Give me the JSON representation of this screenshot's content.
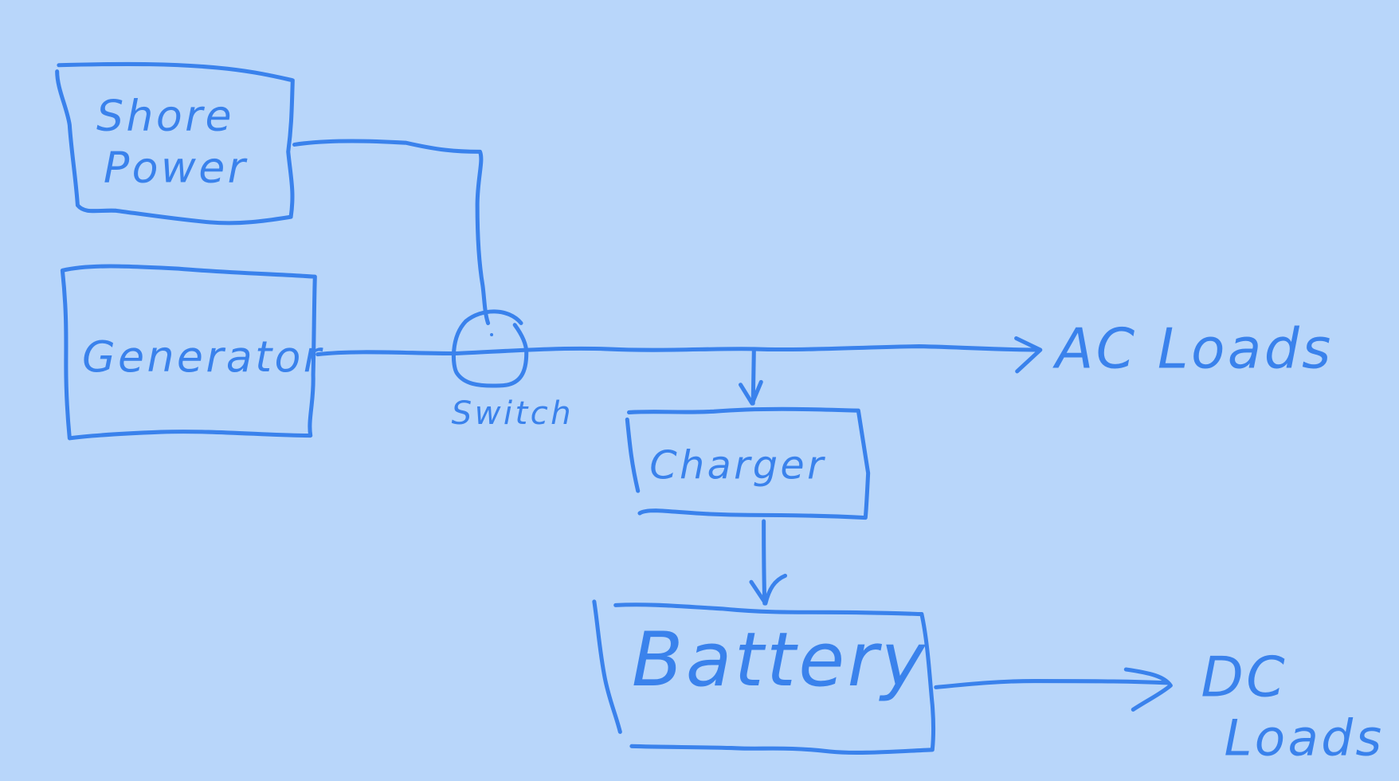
{
  "diagram": {
    "background_color": "#b8d6fa",
    "ink_color": "#3a82ec",
    "nodes": {
      "shore_power": {
        "line1": "Shore",
        "line2": "Power"
      },
      "generator": {
        "label": "Generator"
      },
      "switch": {
        "label": "Switch"
      },
      "charger": {
        "label": "Charger"
      },
      "battery": {
        "label": "Battery"
      },
      "ac_loads": {
        "label": "AC Loads"
      },
      "dc_loads": {
        "line1": "DC",
        "line2": "Loads"
      }
    },
    "edges": [
      {
        "from": "Shore Power",
        "to": "Switch"
      },
      {
        "from": "Generator",
        "to": "Switch"
      },
      {
        "from": "Switch",
        "to": "AC Loads"
      },
      {
        "from": "Switch",
        "to": "Charger"
      },
      {
        "from": "Charger",
        "to": "Battery"
      },
      {
        "from": "Battery",
        "to": "DC Loads"
      }
    ]
  }
}
